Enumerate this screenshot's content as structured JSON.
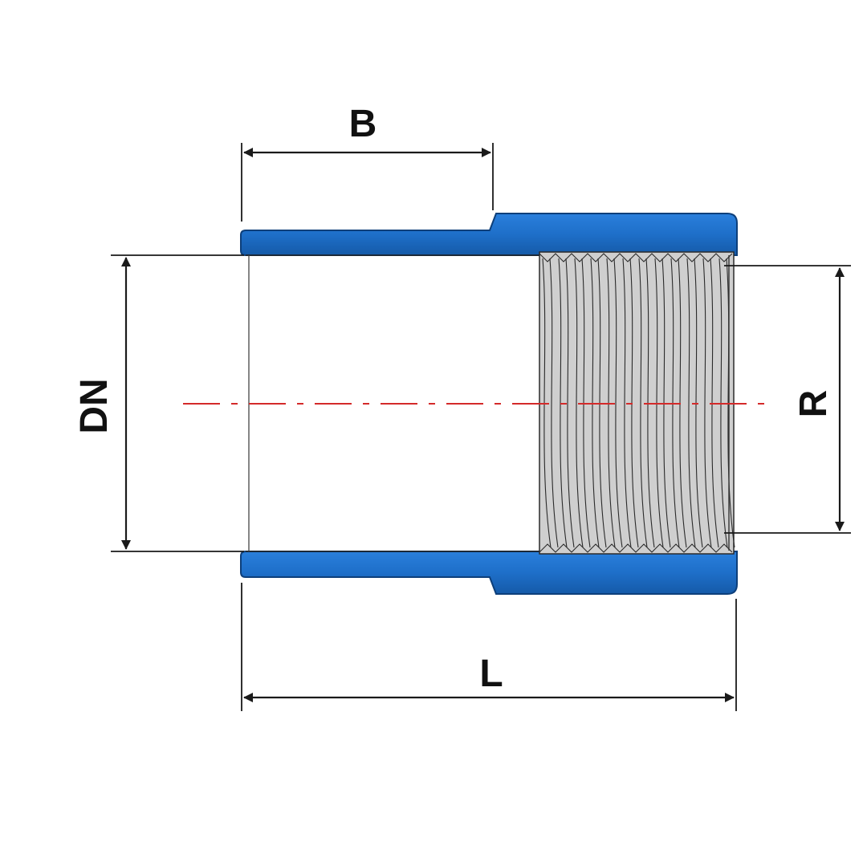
{
  "labels": {
    "b": "B",
    "dn": "DN",
    "r": "R",
    "l": "L"
  },
  "colors": {
    "pipe_body": "#1e6fc9",
    "pipe_outline": "#0d3f7a",
    "thread_fill": "#b9b9b9",
    "centerline": "#d42a2a",
    "dimension": "#1a1a1a"
  }
}
